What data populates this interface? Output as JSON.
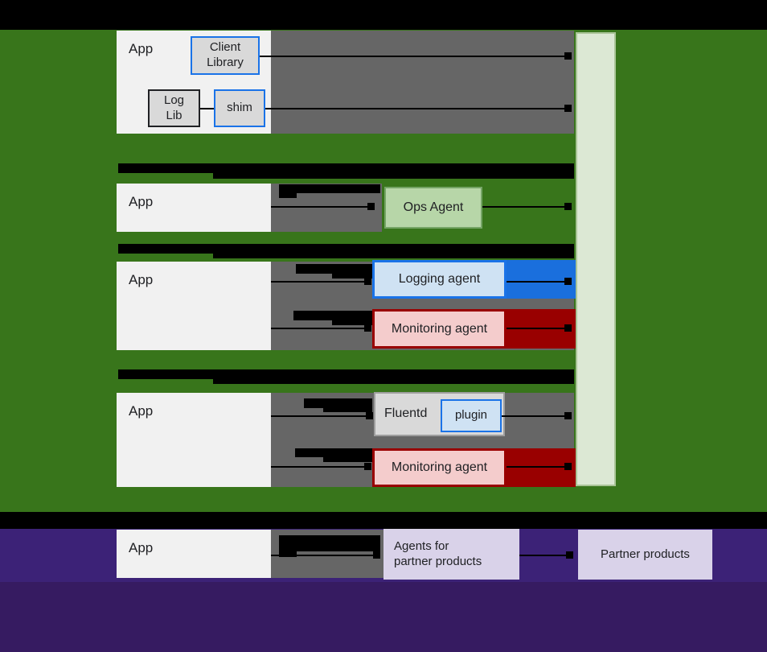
{
  "labels": {
    "app": "App",
    "client_library": "Client\nLibrary",
    "log_lib": "Log\nLib",
    "shim": "shim",
    "ops_agent": "Ops Agent",
    "logging_agent": "Logging agent",
    "monitoring_agent": "Monitoring agent",
    "fluentd": "Fluentd",
    "plugin": "plugin",
    "agents_for_partner": "Agents for\npartner products",
    "partner_products": "Partner products"
  },
  "colors": {
    "background_green": "#38751b",
    "background_purple_upper": "#3c2277",
    "background_purple_lower": "#361b61",
    "top_bar_black": "#000000",
    "gray_panel": "#666666",
    "app_box_fill": "#f1f1f1",
    "box_gray_fill": "#d9d9d9",
    "blue_accent": "#1a73e8",
    "light_blue_fill": "#cfe2f3",
    "ops_green_fill": "#b7d6a8",
    "ops_green_border": "#74a465",
    "monitoring_red_fill": "#f4cccc",
    "monitoring_red_border": "#990000",
    "logging_blue_bar": "#1a6fdd",
    "monitoring_red_bar": "#990000",
    "receiver_bar_fill": "#dce8d4",
    "partner_lavender_fill": "#d9d2e9",
    "redaction_bars": "#000000"
  }
}
